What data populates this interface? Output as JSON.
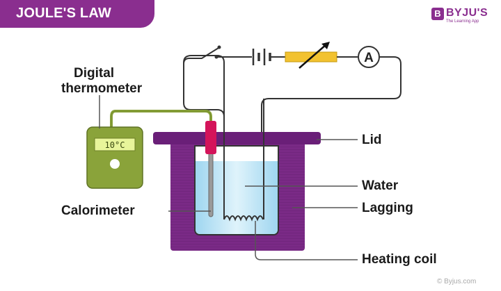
{
  "header": {
    "title": "JOULE'S LAW"
  },
  "logo": {
    "mark": "B",
    "name": "BYJU'S",
    "tagline": "The Learning App"
  },
  "thermometer": {
    "label_line1": "Digital",
    "label_line2": "thermometer",
    "reading": "10°C"
  },
  "circuit": {
    "ammeter_symbol": "A",
    "components": [
      "switch",
      "battery",
      "variable-resistor",
      "ammeter"
    ]
  },
  "labels": {
    "lid": "Lid",
    "water": "Water",
    "lagging": "Lagging",
    "calorimeter": "Calorimeter",
    "heating_coil": "Heating coil"
  },
  "footer": {
    "copyright": "© Byjus.com"
  },
  "colors": {
    "brand_purple": "#8a2e8f",
    "lagging_purple": "#7a2a86",
    "lid_purple": "#6a1f78",
    "water_blue": "#a8dcf2",
    "thermometer_green": "#8aa33a",
    "display_yellow": "#e8f59a",
    "resistor_yellow": "#f2c230",
    "probe_pink": "#d4145a"
  }
}
